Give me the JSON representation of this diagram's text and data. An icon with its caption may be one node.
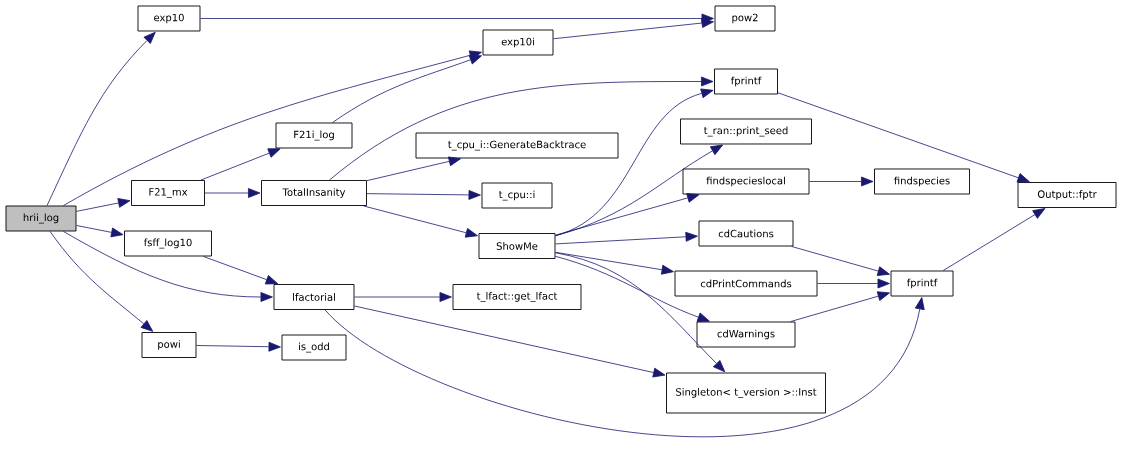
{
  "diagram": {
    "nodes": [
      {
        "text": [
          "hrii_log"
        ]
      },
      {
        "text": [
          "exp10"
        ]
      },
      {
        "text": [
          "F21_mx"
        ]
      },
      {
        "text": [
          "fsff_log10"
        ]
      },
      {
        "text": [
          "powi"
        ]
      },
      {
        "text": [
          "F21i_log"
        ]
      },
      {
        "text": [
          "TotalInsanity"
        ]
      },
      {
        "text": [
          "lfactorial"
        ]
      },
      {
        "text": [
          "is_odd"
        ]
      },
      {
        "text": [
          "exp10i"
        ]
      },
      {
        "text": [
          "t_cpu_i::GenerateBacktrace"
        ]
      },
      {
        "text": [
          "t_cpu::i"
        ]
      },
      {
        "text": [
          "ShowMe"
        ]
      },
      {
        "text": [
          "t_lfact::get_lfact"
        ]
      },
      {
        "text": [
          "pow2"
        ]
      },
      {
        "text": [
          "fprintf"
        ]
      },
      {
        "text": [
          "t_ran::print_seed"
        ]
      },
      {
        "text": [
          "findspecieslocal"
        ]
      },
      {
        "text": [
          "cdCautions"
        ]
      },
      {
        "text": [
          "cdPrintCommands"
        ]
      },
      {
        "text": [
          "cdWarnings"
        ]
      },
      {
        "text": [
          "Singleton< t_version >::Inst"
        ]
      },
      {
        "text": [
          "findspecies"
        ]
      },
      {
        "text": [
          "fprintf"
        ]
      },
      {
        "text": [
          "Output::fptr"
        ]
      }
    ],
    "edges": [
      {
        "from": 0,
        "to": 1,
        "arrow": "to"
      },
      {
        "from": 0,
        "to": 9,
        "arrow": "to"
      },
      {
        "from": 0,
        "to": 2,
        "arrow": "to"
      },
      {
        "from": 0,
        "to": 3,
        "arrow": "to"
      },
      {
        "from": 0,
        "to": 7,
        "arrow": "to"
      },
      {
        "from": 0,
        "to": 4,
        "arrow": "to"
      },
      {
        "from": 1,
        "to": 14,
        "arrow": "to"
      },
      {
        "from": 2,
        "to": 5,
        "arrow": "to"
      },
      {
        "from": 2,
        "to": 6,
        "arrow": "to"
      },
      {
        "from": 3,
        "to": 7,
        "arrow": "to"
      },
      {
        "from": 4,
        "to": 8,
        "arrow": "to"
      },
      {
        "from": 5,
        "to": 9,
        "arrow": "to"
      },
      {
        "from": 6,
        "to": 15,
        "arrow": "to"
      },
      {
        "from": 6,
        "to": 10,
        "arrow": "to"
      },
      {
        "from": 6,
        "to": 11,
        "arrow": "to"
      },
      {
        "from": 6,
        "to": 12,
        "arrow": "to"
      },
      {
        "from": 7,
        "to": 13,
        "arrow": "to"
      },
      {
        "from": 7,
        "to": 21,
        "arrow": "to"
      },
      {
        "from": 7,
        "to": 23,
        "arrow": "to"
      },
      {
        "from": 9,
        "to": 14,
        "arrow": "to"
      },
      {
        "from": 12,
        "to": 15,
        "arrow": "to"
      },
      {
        "from": 12,
        "to": 16,
        "arrow": "to"
      },
      {
        "from": 12,
        "to": 17,
        "arrow": "to"
      },
      {
        "from": 12,
        "to": 18,
        "arrow": "to"
      },
      {
        "from": 12,
        "to": 19,
        "arrow": "to"
      },
      {
        "from": 12,
        "to": 20,
        "arrow": "to"
      },
      {
        "from": 12,
        "to": 21,
        "arrow": "to"
      },
      {
        "from": 15,
        "to": 24,
        "arrow": "to"
      },
      {
        "from": 17,
        "to": 22,
        "arrow": "to"
      },
      {
        "from": 18,
        "to": 23,
        "arrow": "to"
      },
      {
        "from": 19,
        "to": 23,
        "arrow": "to"
      },
      {
        "from": 20,
        "to": 23,
        "arrow": "to"
      },
      {
        "from": 23,
        "to": 24,
        "arrow": "to"
      }
    ]
  }
}
